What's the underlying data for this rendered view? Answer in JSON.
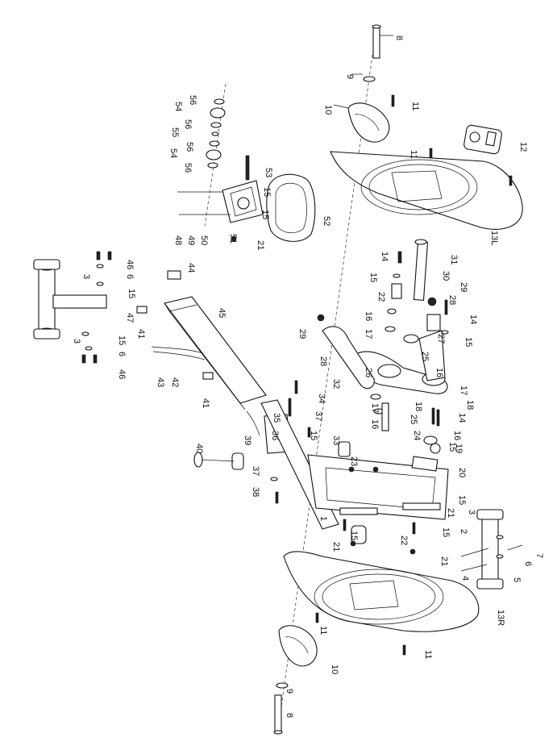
{
  "diagram": {
    "labels": [
      {
        "id": "p8-top",
        "text": "8",
        "rot": 90
      },
      {
        "id": "p9-top",
        "text": "9",
        "rot": 90
      },
      {
        "id": "p10-top",
        "text": "10",
        "rot": 90
      },
      {
        "id": "p11-a",
        "text": "11",
        "rot": 90
      },
      {
        "id": "p11-b",
        "text": "11",
        "rot": 90
      },
      {
        "id": "p12",
        "text": "12",
        "rot": 90
      },
      {
        "id": "p13L",
        "text": "13L",
        "rot": 90
      },
      {
        "id": "p56-a",
        "text": "56",
        "rot": 90
      },
      {
        "id": "p54-a",
        "text": "54",
        "rot": 90
      },
      {
        "id": "p56-b",
        "text": "56",
        "rot": 90
      },
      {
        "id": "p55",
        "text": "55",
        "rot": 90
      },
      {
        "id": "p56-c",
        "text": "56",
        "rot": 90
      },
      {
        "id": "p54-b",
        "text": "54",
        "rot": 90
      },
      {
        "id": "p56-d",
        "text": "56",
        "rot": 90
      },
      {
        "id": "p53",
        "text": "53",
        "rot": 90
      },
      {
        "id": "p15-a",
        "text": "15",
        "rot": 90
      },
      {
        "id": "p52",
        "text": "52",
        "rot": 90
      },
      {
        "id": "p15-b",
        "text": "15",
        "rot": 90
      },
      {
        "id": "p51",
        "text": "51",
        "rot": 90
      },
      {
        "id": "p21-a",
        "text": "21",
        "rot": 90
      },
      {
        "id": "p48",
        "text": "48",
        "rot": 90
      },
      {
        "id": "p49",
        "text": "49",
        "rot": 90
      },
      {
        "id": "p50",
        "text": "50",
        "rot": 90
      },
      {
        "id": "p44",
        "text": "44",
        "rot": 90
      },
      {
        "id": "p46-a",
        "text": "46",
        "rot": 90
      },
      {
        "id": "p6-a",
        "text": "6",
        "rot": 90
      },
      {
        "id": "p15-c",
        "text": "15",
        "rot": 90
      },
      {
        "id": "p3-a",
        "text": "3",
        "rot": 90
      },
      {
        "id": "p47",
        "text": "47",
        "rot": 90
      },
      {
        "id": "p41-a",
        "text": "41",
        "rot": 90
      },
      {
        "id": "p45",
        "text": "45",
        "rot": 90
      },
      {
        "id": "p3-b",
        "text": "3",
        "rot": 90
      },
      {
        "id": "p15-d",
        "text": "15",
        "rot": 90
      },
      {
        "id": "p6-b",
        "text": "6",
        "rot": 90
      },
      {
        "id": "p46-b",
        "text": "46",
        "rot": 90
      },
      {
        "id": "p43",
        "text": "43",
        "rot": 90
      },
      {
        "id": "p42",
        "text": "42",
        "rot": 90
      },
      {
        "id": "p41-b",
        "text": "41",
        "rot": 90
      },
      {
        "id": "p14-a",
        "text": "14",
        "rot": 90
      },
      {
        "id": "p31",
        "text": "31",
        "rot": 90
      },
      {
        "id": "p30",
        "text": "30",
        "rot": 90
      },
      {
        "id": "p15-e",
        "text": "15",
        "rot": 90
      },
      {
        "id": "p29-a",
        "text": "29",
        "rot": 90
      },
      {
        "id": "p22-a",
        "text": "22",
        "rot": 90
      },
      {
        "id": "p28-a",
        "text": "28",
        "rot": 90
      },
      {
        "id": "p14-b",
        "text": "14",
        "rot": 90
      },
      {
        "id": "p16-a",
        "text": "16",
        "rot": 90
      },
      {
        "id": "p17-a",
        "text": "17",
        "rot": 90
      },
      {
        "id": "p27",
        "text": "27",
        "rot": 90
      },
      {
        "id": "p15-f",
        "text": "15",
        "rot": 90
      },
      {
        "id": "p29-b",
        "text": "29",
        "rot": 90
      },
      {
        "id": "p25-a",
        "text": "25",
        "rot": 90
      },
      {
        "id": "p28-b",
        "text": "28",
        "rot": 90
      },
      {
        "id": "p16-b",
        "text": "16",
        "rot": 90
      },
      {
        "id": "p26",
        "text": "26",
        "rot": 90
      },
      {
        "id": "p32",
        "text": "32",
        "rot": 90
      },
      {
        "id": "p17-b",
        "text": "17",
        "rot": 90
      },
      {
        "id": "p18-a",
        "text": "18",
        "rot": 90
      },
      {
        "id": "p18-b",
        "text": "18",
        "rot": 90
      },
      {
        "id": "p34",
        "text": "34",
        "rot": 90
      },
      {
        "id": "p17-c",
        "text": "17",
        "rot": 90
      },
      {
        "id": "p25-b",
        "text": "25",
        "rot": 90
      },
      {
        "id": "p14-c",
        "text": "14",
        "rot": 90
      },
      {
        "id": "p37-a",
        "text": "37",
        "rot": 90
      },
      {
        "id": "p35",
        "text": "35",
        "rot": 90
      },
      {
        "id": "p16-c",
        "text": "16",
        "rot": 90
      },
      {
        "id": "p24",
        "text": "24",
        "rot": 90
      },
      {
        "id": "p16-d",
        "text": "16",
        "rot": 90
      },
      {
        "id": "p15-g",
        "text": "15",
        "rot": 90
      },
      {
        "id": "p19",
        "text": "19",
        "rot": 90
      },
      {
        "id": "p36",
        "text": "36",
        "rot": 90
      },
      {
        "id": "p15-h",
        "text": "15",
        "rot": 90
      },
      {
        "id": "p33",
        "text": "33",
        "rot": 90
      },
      {
        "id": "p40",
        "text": "40",
        "rot": 90
      },
      {
        "id": "p39",
        "text": "39",
        "rot": 90
      },
      {
        "id": "p23",
        "text": "23",
        "rot": 90
      },
      {
        "id": "p20",
        "text": "20",
        "rot": 90
      },
      {
        "id": "p37-b",
        "text": "37",
        "rot": 90
      },
      {
        "id": "p38",
        "text": "38",
        "rot": 90
      },
      {
        "id": "p15-i",
        "text": "15",
        "rot": 90
      },
      {
        "id": "p21-b",
        "text": "21",
        "rot": 90
      },
      {
        "id": "p1",
        "text": "1",
        "rot": 90
      },
      {
        "id": "p15-j",
        "text": "15",
        "rot": 90
      },
      {
        "id": "p22-b",
        "text": "22",
        "rot": 90
      },
      {
        "id": "p15-k",
        "text": "15",
        "rot": 90
      },
      {
        "id": "p21-c",
        "text": "21",
        "rot": 90
      },
      {
        "id": "p21-d",
        "text": "21",
        "rot": 90
      },
      {
        "id": "p3-c",
        "text": "3",
        "rot": 90
      },
      {
        "id": "p2",
        "text": "2",
        "rot": 90
      },
      {
        "id": "p7",
        "text": "7",
        "rot": 90
      },
      {
        "id": "p6-c",
        "text": "6",
        "rot": 90
      },
      {
        "id": "p4",
        "text": "4",
        "rot": 90
      },
      {
        "id": "p5",
        "text": "5",
        "rot": 90
      },
      {
        "id": "p13R",
        "text": "13R",
        "rot": 90
      },
      {
        "id": "p11-c",
        "text": "11",
        "rot": 90
      },
      {
        "id": "p11-d",
        "text": "11",
        "rot": 90
      },
      {
        "id": "p10-bot",
        "text": "10",
        "rot": 90
      },
      {
        "id": "p9-bot",
        "text": "9",
        "rot": 90
      },
      {
        "id": "p8-bot",
        "text": "8",
        "rot": 90
      }
    ]
  }
}
